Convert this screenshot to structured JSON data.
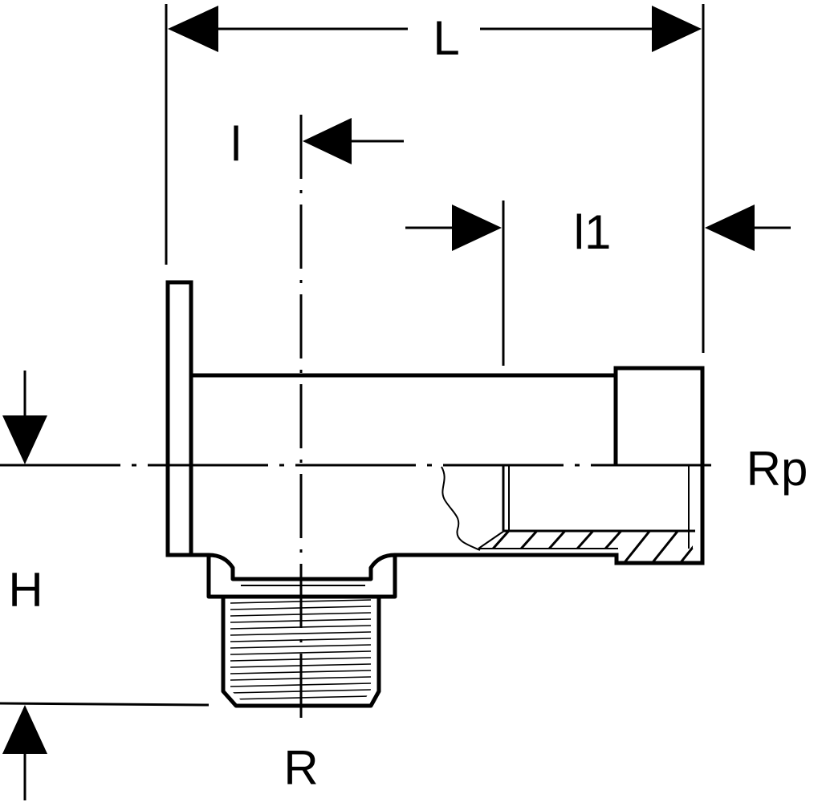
{
  "labels": {
    "L": "L",
    "l": "l",
    "l1": "l1",
    "Rp": "Rp",
    "H": "H",
    "R": "R"
  },
  "colors": {
    "ink": "#000000",
    "paper": "#ffffff"
  }
}
